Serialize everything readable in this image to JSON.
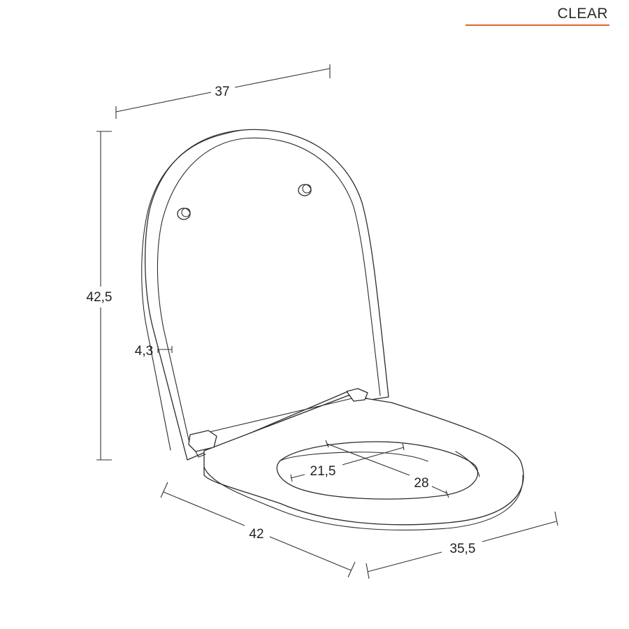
{
  "header": {
    "model_name": "CLEAR",
    "accent_color": "#e0642a"
  },
  "dimensions": {
    "lid_width": "37",
    "lid_height": "42,5",
    "lid_thickness": "4,3",
    "seat_length": "42",
    "seat_width": "35,5",
    "opening_width": "21,5",
    "opening_length": "28"
  }
}
